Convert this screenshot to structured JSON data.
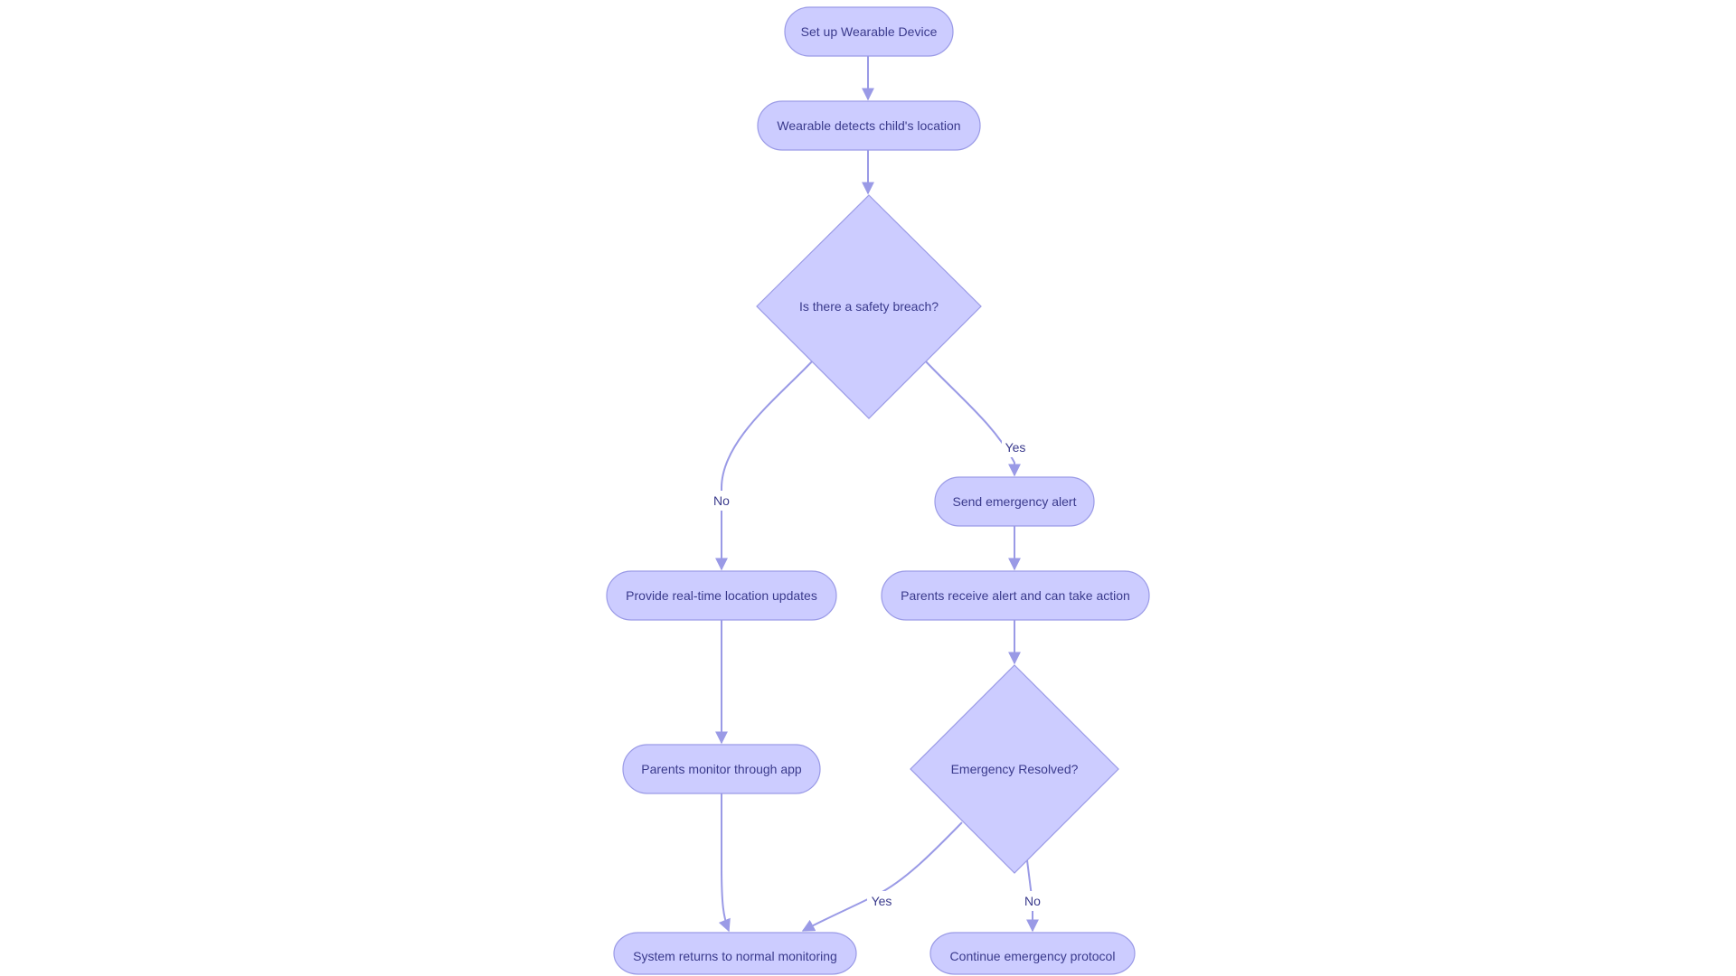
{
  "diagram": {
    "nodes": {
      "setup": "Set up Wearable Device",
      "detect": "Wearable detects child's location",
      "breach": "Is there a safety breach?",
      "alert": "Send emergency alert",
      "realtime": "Provide real-time location updates",
      "parents_action": "Parents receive alert and can take action",
      "monitor": "Parents monitor through app",
      "resolved": "Emergency Resolved?",
      "normal": "System returns to normal monitoring",
      "continue": "Continue emergency protocol"
    },
    "edges": {
      "breach_no": "No",
      "breach_yes": "Yes",
      "resolved_yes": "Yes",
      "resolved_no": "No"
    },
    "colors": {
      "node_fill": "#ccccff",
      "node_stroke": "#9a9ae6",
      "edge": "#9a9ae6",
      "text": "#3a3a8c"
    }
  }
}
